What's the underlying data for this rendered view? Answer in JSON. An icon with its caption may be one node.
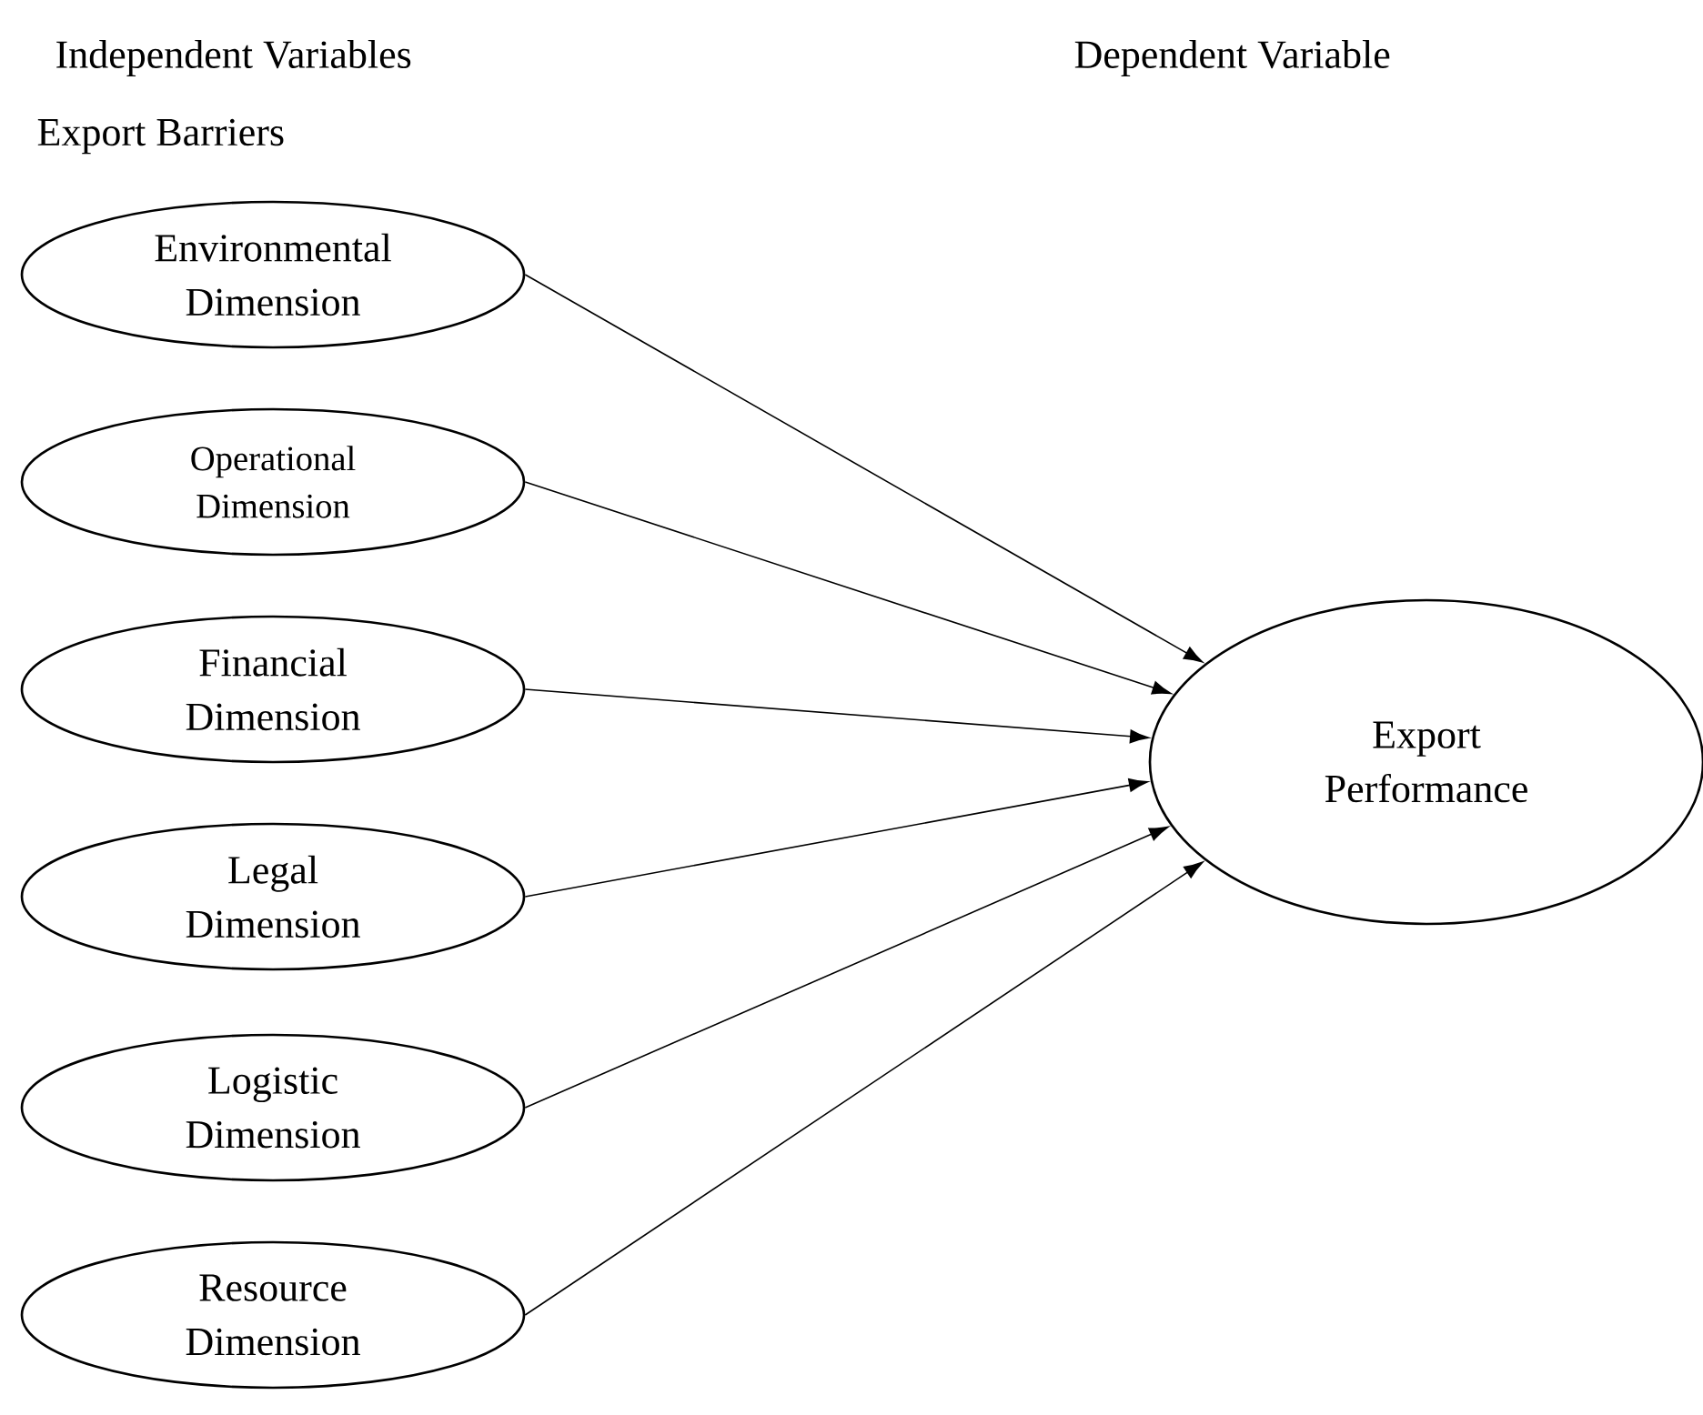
{
  "diagram": {
    "nodes": [
      {
        "text": [
          "Environmental Dimension"
        ]
      },
      {
        "text": [
          "Operational Dimension"
        ]
      },
      {
        "text": [
          "Financial Dimension"
        ]
      },
      {
        "text": [
          "Legal Dimension"
        ]
      },
      {
        "text": [
          "Logistic Dimension"
        ]
      },
      {
        "text": [
          "Resource Dimension"
        ]
      },
      {
        "text": [
          "Export Performance"
        ]
      }
    ],
    "edges": [
      {
        "from": 0,
        "to": 6,
        "arrow": "to"
      },
      {
        "from": 1,
        "to": 6,
        "arrow": "to"
      },
      {
        "from": 2,
        "to": 6,
        "arrow": "to"
      },
      {
        "from": 3,
        "to": 6,
        "arrow": "to"
      },
      {
        "from": 4,
        "to": 6,
        "arrow": "to"
      },
      {
        "from": 5,
        "to": 6,
        "arrow": "to"
      }
    ],
    "labels": [
      "Independent Variables",
      "Dependent Variable",
      "Export Barriers"
    ]
  }
}
